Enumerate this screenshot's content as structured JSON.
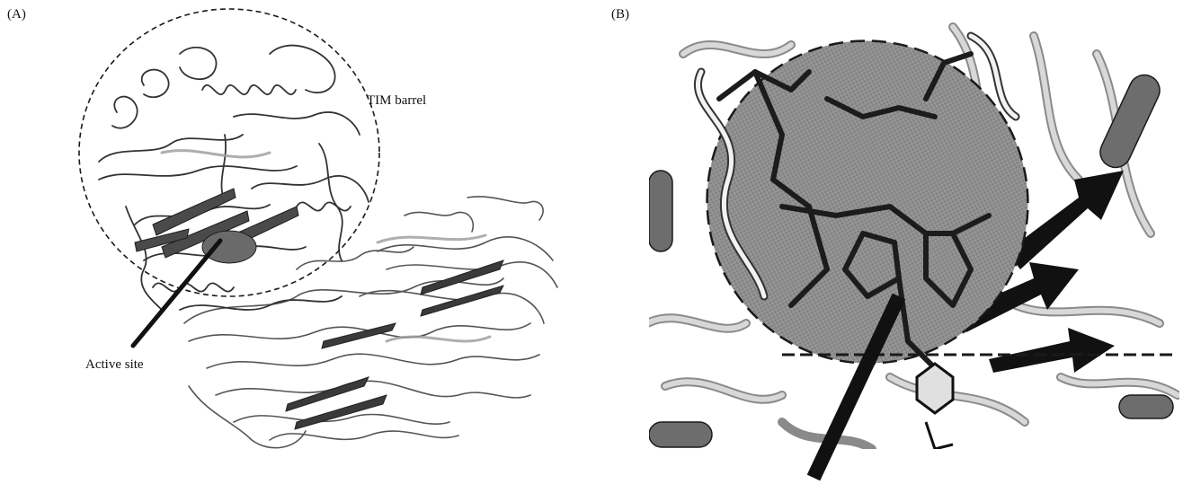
{
  "figure": {
    "panel_a": {
      "label": "(A)",
      "annotations": {
        "tim_barrel": "TIM barrel",
        "active_site": "Active site"
      }
    },
    "panel_b": {
      "label": "(B)"
    }
  },
  "colors": {
    "ink": "#1a1a1a",
    "ribbon_light": "#cfcfcf",
    "ribbon_mid": "#8a8a8a",
    "highlight_fill": "#8f8f8f",
    "background": "#ffffff"
  }
}
